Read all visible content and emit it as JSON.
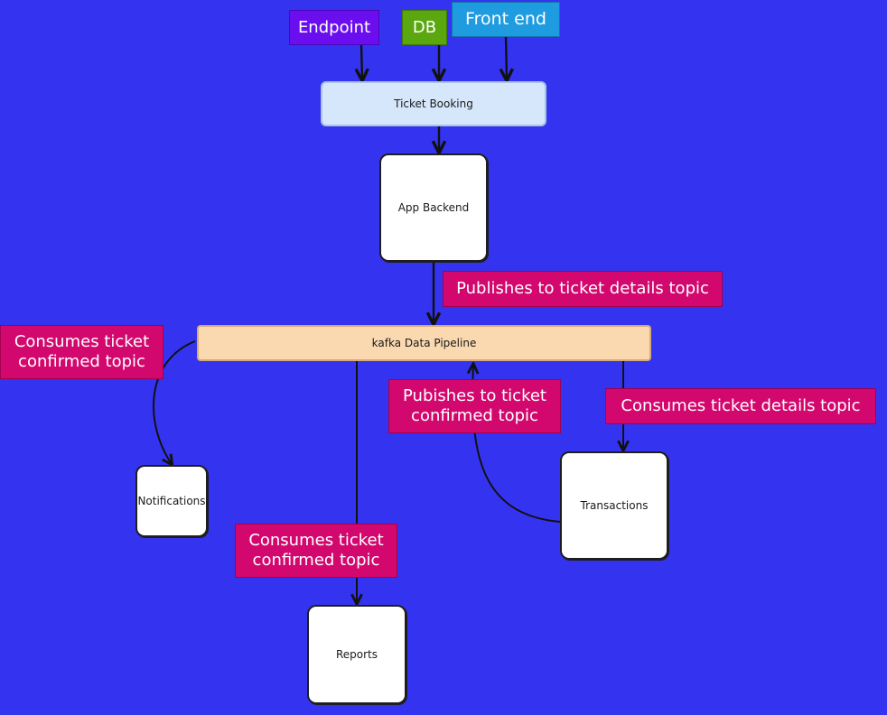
{
  "sources": {
    "endpoint": "Endpoint",
    "db": "DB",
    "frontend": "Front end"
  },
  "nodes": {
    "ticket_booking": "Ticket Booking",
    "app_backend": "App Backend",
    "kafka_pipeline": "kafka Data Pipeline",
    "notifications": "Notifications",
    "reports": "Reports",
    "transactions": "Transactions"
  },
  "labels": {
    "publishes_details": "Publishes to ticket details topic",
    "consumes_confirmed_left": "Consumes ticket confirmed topic",
    "publishes_confirmed": "Pubishes to ticket confirmed topic",
    "consumes_details": "Consumes ticket details topic",
    "consumes_confirmed_reports": "Consumes ticket confirmed topic"
  },
  "colors": {
    "background": "#3434f0",
    "endpoint": "#6a0ef0",
    "db": "#5aa70f",
    "frontend": "#1f9be0",
    "ticket_booking": "#d7e7fb",
    "kafka": "#fad9b0",
    "label": "#d3086e"
  }
}
